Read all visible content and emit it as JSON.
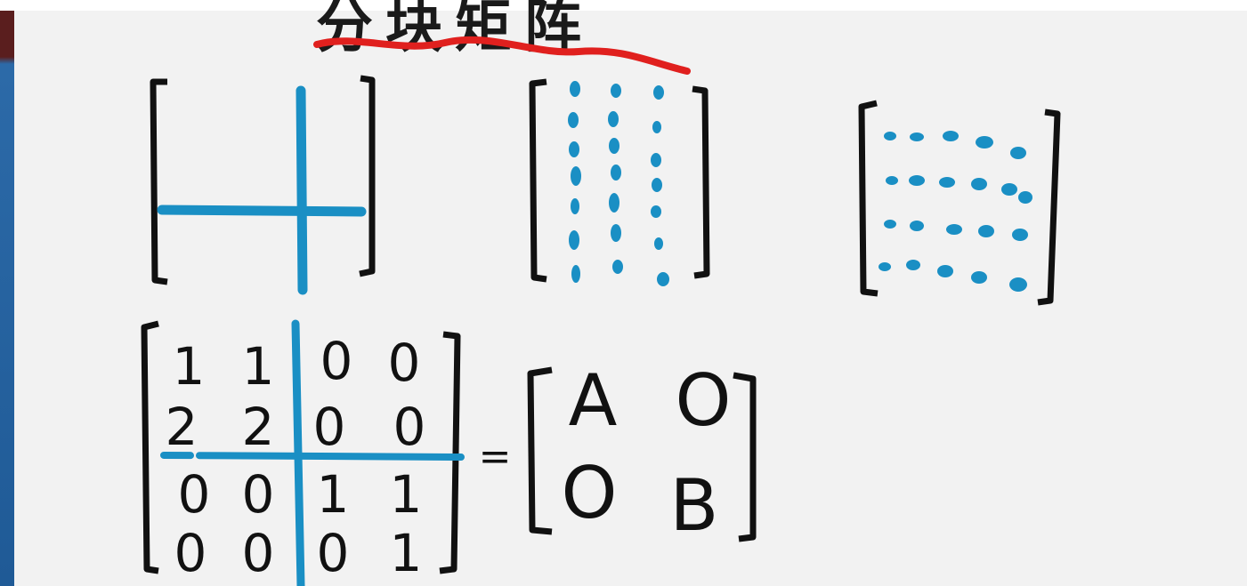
{
  "title": "分块矩阵",
  "matrix_entries": [
    [
      "1",
      "1",
      "0",
      "0"
    ],
    [
      "2",
      "2",
      "0",
      "0"
    ],
    [
      "0",
      "0",
      "1",
      "1"
    ],
    [
      "0",
      "0",
      "0",
      "1"
    ]
  ],
  "equals_sign": "=",
  "block_matrix": [
    [
      "A",
      "O"
    ],
    [
      "O",
      "B"
    ]
  ],
  "colors": {
    "paper": "#f2f2f2",
    "black_ink": "#111111",
    "blue_ink": "#1a8fc4",
    "red_underline": "#e0201e"
  }
}
